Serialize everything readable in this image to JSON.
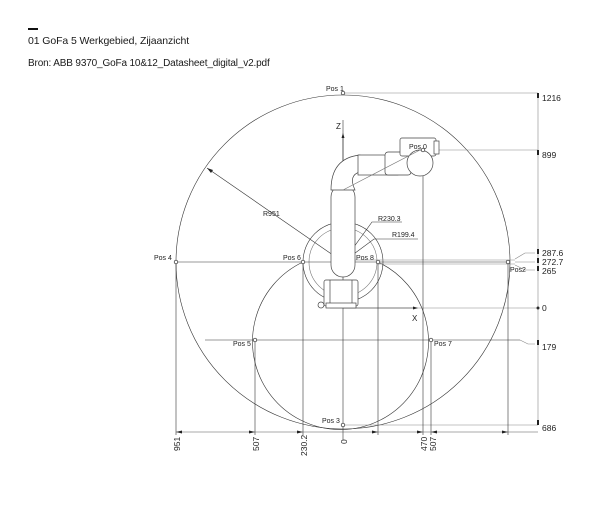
{
  "header": {
    "title": "01  GoFa 5 Werkgebied, Zijaanzicht",
    "source": "Bron: ABB 9370_GoFa 10&12_Datasheet_digital_v2.pdf"
  },
  "diagram": {
    "type": "robot-workspace-side-view",
    "axes": {
      "z": "Z",
      "x": "X"
    },
    "positions": {
      "pos0": "Pos 0",
      "pos1": "Pos 1",
      "pos2": "Pos2",
      "pos3": "Pos 3",
      "pos4": "Pos 4",
      "pos5": "Pos 5",
      "pos6": "Pos 6",
      "pos7": "Pos 7",
      "pos8": "Pos 8"
    },
    "radii": {
      "outer": "R951",
      "inner_outer": "R230.3",
      "inner_inner": "R199.4"
    },
    "vertical_dimensions": {
      "d1216": "1216",
      "d899": "899",
      "d287_6": "287.6",
      "d272_7": "272.7",
      "d265": "265",
      "d0": "0",
      "d179": "179",
      "d686": "686"
    },
    "horizontal_dimensions": {
      "d951": "951",
      "d507_left": "507",
      "d230_2": "230.2",
      "d0": "0",
      "d470": "470",
      "d507_right": "507"
    }
  }
}
